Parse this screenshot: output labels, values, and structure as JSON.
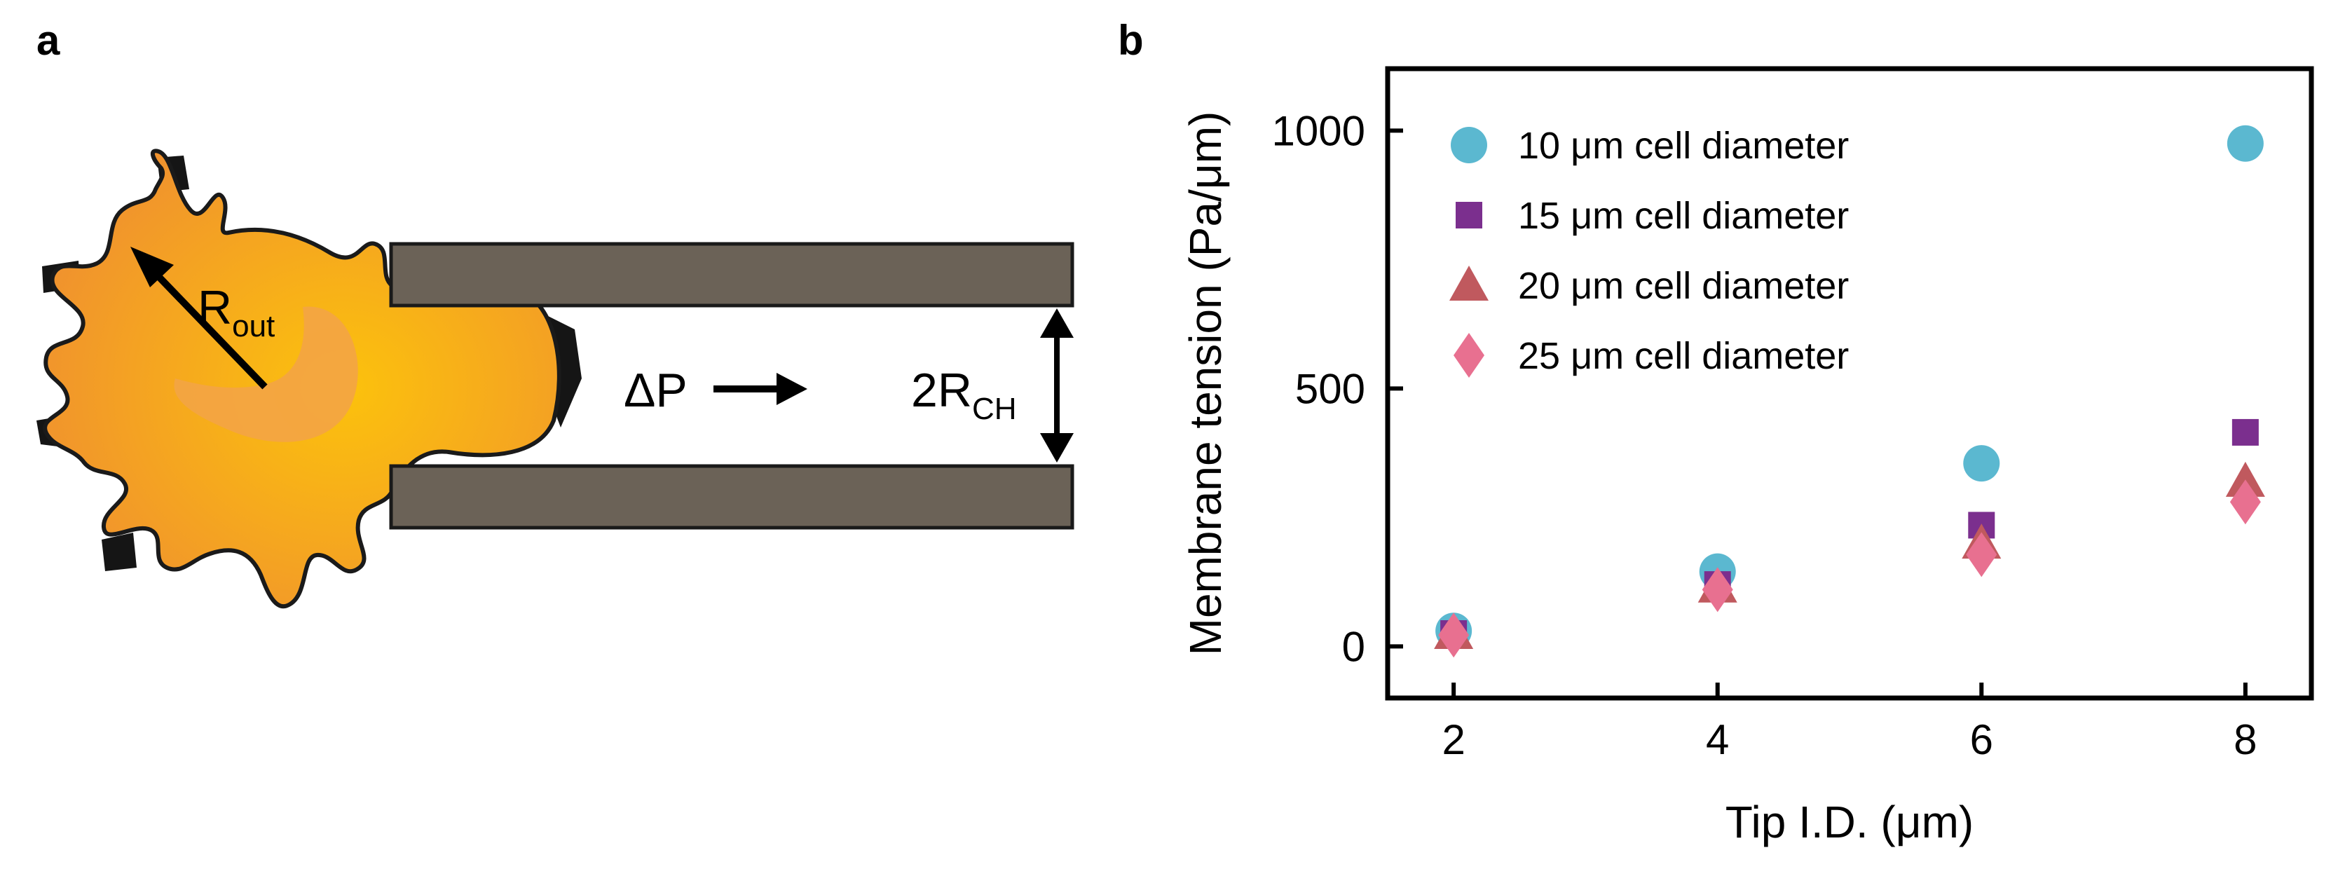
{
  "panel_a": {
    "label": "a",
    "r_out_main": "R",
    "r_out_sub": "out",
    "delta_p": "ΔP",
    "channel_main": "2R",
    "channel_sub": "CH",
    "colors": {
      "cell_outer": "#f0922e",
      "cell_inner": "#fcc20c",
      "nucleus": "#f5a84b",
      "pipette": "#6b6257"
    }
  },
  "panel_b": {
    "label": "b"
  },
  "chart_data": {
    "type": "scatter",
    "xlabel": "Tip I.D. (μm)",
    "ylabel": "Membrane tension (Pa/μm)",
    "x_ticks": [
      "2",
      "4",
      "6",
      "8"
    ],
    "y_ticks": [
      "0",
      "500",
      "1000"
    ],
    "xlim": [
      1.5,
      8.5
    ],
    "ylim": [
      -100,
      1120
    ],
    "grid": false,
    "legend_position": "top-left",
    "series": [
      {
        "name": "10 μm cell diameter",
        "marker": "circle",
        "color": "#5bb8d0",
        "x": [
          2,
          4,
          6,
          8
        ],
        "y": [
          30,
          145,
          355,
          975
        ]
      },
      {
        "name": "15 μm cell diameter",
        "marker": "square",
        "color": "#7b2f8e",
        "x": [
          2,
          4,
          6,
          8
        ],
        "y": [
          25,
          120,
          235,
          415
        ]
      },
      {
        "name": "20 μm cell diameter",
        "marker": "triangle",
        "color": "#c0595e",
        "x": [
          2,
          4,
          6,
          8
        ],
        "y": [
          25,
          115,
          200,
          320
        ]
      },
      {
        "name": "25 μm cell diameter",
        "marker": "diamond",
        "color": "#e87090",
        "x": [
          2,
          4,
          6,
          8
        ],
        "y": [
          22,
          110,
          178,
          280
        ]
      }
    ]
  }
}
